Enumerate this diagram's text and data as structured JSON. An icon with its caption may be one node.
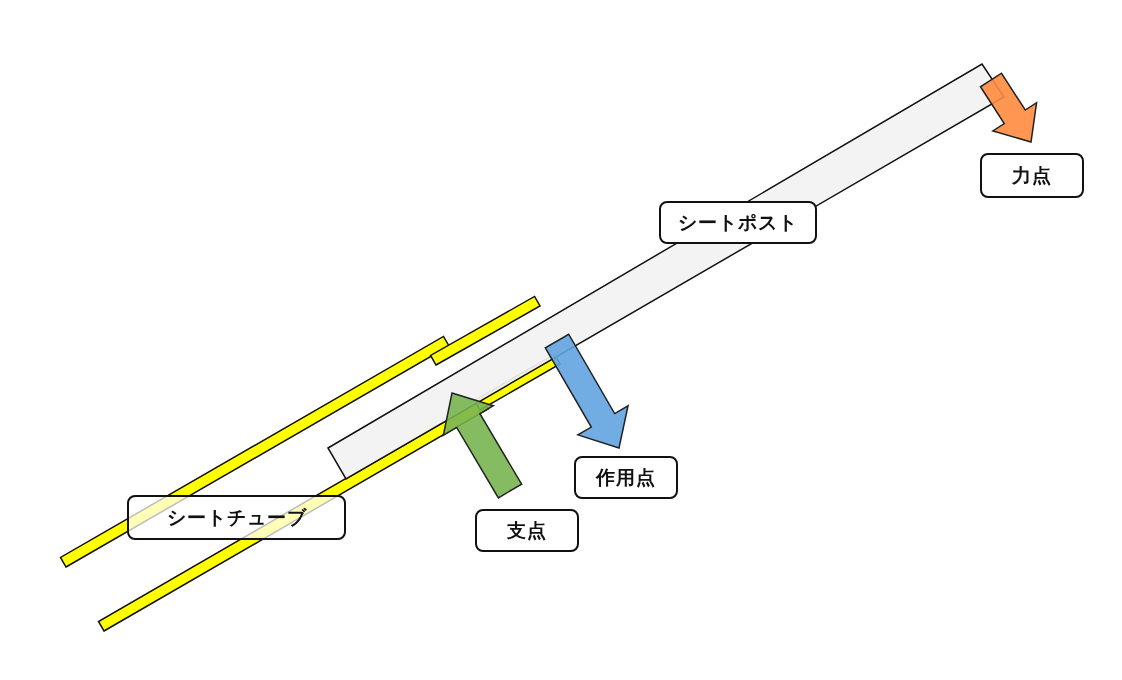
{
  "diagram": {
    "nodes": [
      {
        "text": [
          "力点"
        ]
      },
      {
        "text": [
          "シートポスト"
        ]
      },
      {
        "text": [
          "作用点"
        ]
      },
      {
        "text": [
          "シートチューブ"
        ]
      },
      {
        "text": [
          "支点"
        ]
      }
    ]
  }
}
